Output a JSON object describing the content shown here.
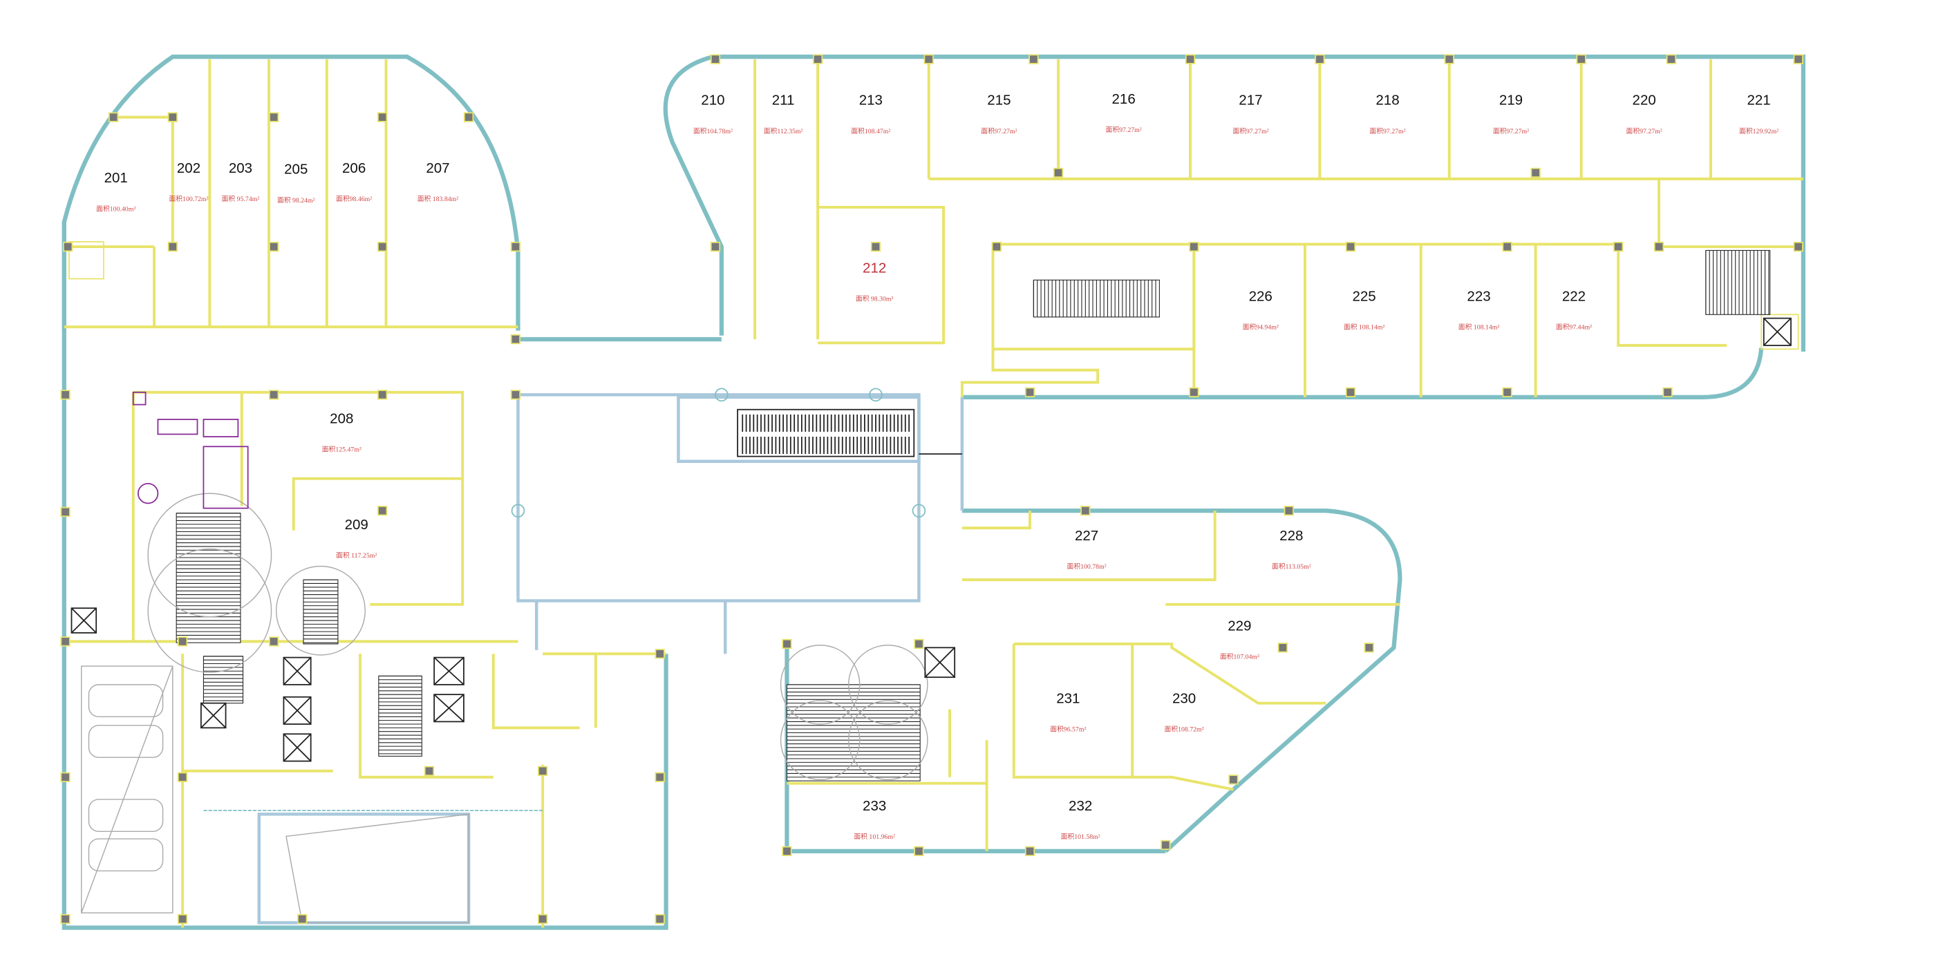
{
  "floor_plan": {
    "area_prefix": "面积",
    "area_unit": "m²",
    "highlight_color": "#c0303a",
    "wall_color": "#e8e46a",
    "exterior_color": "#7fbfc4",
    "rooms": [
      {
        "number": "201",
        "area": "面积100.40m²"
      },
      {
        "number": "202",
        "area": "面积100.72m²"
      },
      {
        "number": "203",
        "area": "面积 95.74m²"
      },
      {
        "number": "205",
        "area": "面积 98.24m²"
      },
      {
        "number": "206",
        "area": "面积98.46m²"
      },
      {
        "number": "207",
        "area": "面积 183.84m²"
      },
      {
        "number": "210",
        "area": "面积104.78m²"
      },
      {
        "number": "211",
        "area": "面积112.35m²"
      },
      {
        "number": "213",
        "area": "面积108.47m²"
      },
      {
        "number": "215",
        "area": "面积97.27m²"
      },
      {
        "number": "216",
        "area": "面积97.27m²"
      },
      {
        "number": "217",
        "area": "面积97.27m²"
      },
      {
        "number": "218",
        "area": "面积97.27m²"
      },
      {
        "number": "219",
        "area": "面积97.27m²"
      },
      {
        "number": "220",
        "area": "面积97.27m²"
      },
      {
        "number": "221",
        "area": "面积129.92m²"
      },
      {
        "number": "212",
        "area": "面积 98.30m²",
        "highlighted": true
      },
      {
        "number": "226",
        "area": "面积94.94m²"
      },
      {
        "number": "225",
        "area": "面积 108.14m²"
      },
      {
        "number": "223",
        "area": "面积 108.14m²"
      },
      {
        "number": "222",
        "area": "面积97.44m²"
      },
      {
        "number": "208",
        "area": "面积125.47m²"
      },
      {
        "number": "209",
        "area": "面积 117.25m²"
      },
      {
        "number": "227",
        "area": "面积100.78m²"
      },
      {
        "number": "228",
        "area": "面积113.05m²"
      },
      {
        "number": "229",
        "area": "面积107.04m²"
      },
      {
        "number": "231",
        "area": "面积96.57m²"
      },
      {
        "number": "230",
        "area": "面积108.72m²"
      },
      {
        "number": "233",
        "area": "面积 101.96m²"
      },
      {
        "number": "232",
        "area": "面积101.58m²"
      }
    ]
  }
}
